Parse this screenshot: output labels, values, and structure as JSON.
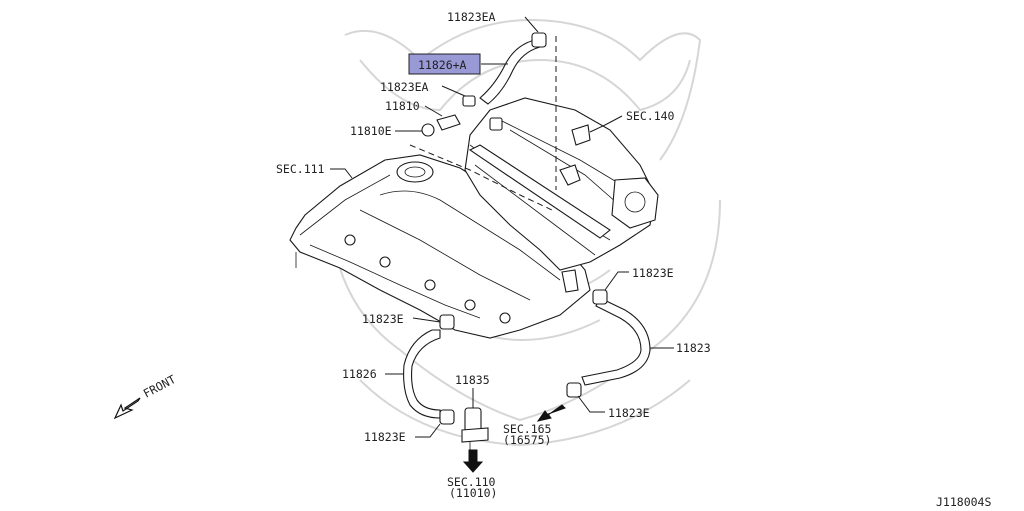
{
  "diagram_id": "J118004S",
  "highlight_color": "#9999d6",
  "callouts": [
    {
      "id": "11823EA-top",
      "text": "11823EA"
    },
    {
      "id": "11826A",
      "text": "11826+A",
      "highlighted": true
    },
    {
      "id": "11823EA-mid",
      "text": "11823EA"
    },
    {
      "id": "11810",
      "text": "11810"
    },
    {
      "id": "11810E",
      "text": "11810E"
    },
    {
      "id": "SEC140",
      "text": "SEC.140"
    },
    {
      "id": "SEC111",
      "text": "SEC.111"
    },
    {
      "id": "11823E-right",
      "text": "11823E"
    },
    {
      "id": "11823E-left",
      "text": "11823E"
    },
    {
      "id": "11823",
      "text": "11823"
    },
    {
      "id": "11826",
      "text": "11826"
    },
    {
      "id": "11835",
      "text": "11835"
    },
    {
      "id": "11823E-lower-right",
      "text": "11823E"
    },
    {
      "id": "11823E-bottom",
      "text": "11823E"
    }
  ],
  "sections": {
    "sec165": {
      "line1": "SEC.165",
      "line2": "(16575)"
    },
    "sec110": {
      "line1": "SEC.110",
      "line2": "(11010)"
    }
  },
  "front_label": "FRONT"
}
